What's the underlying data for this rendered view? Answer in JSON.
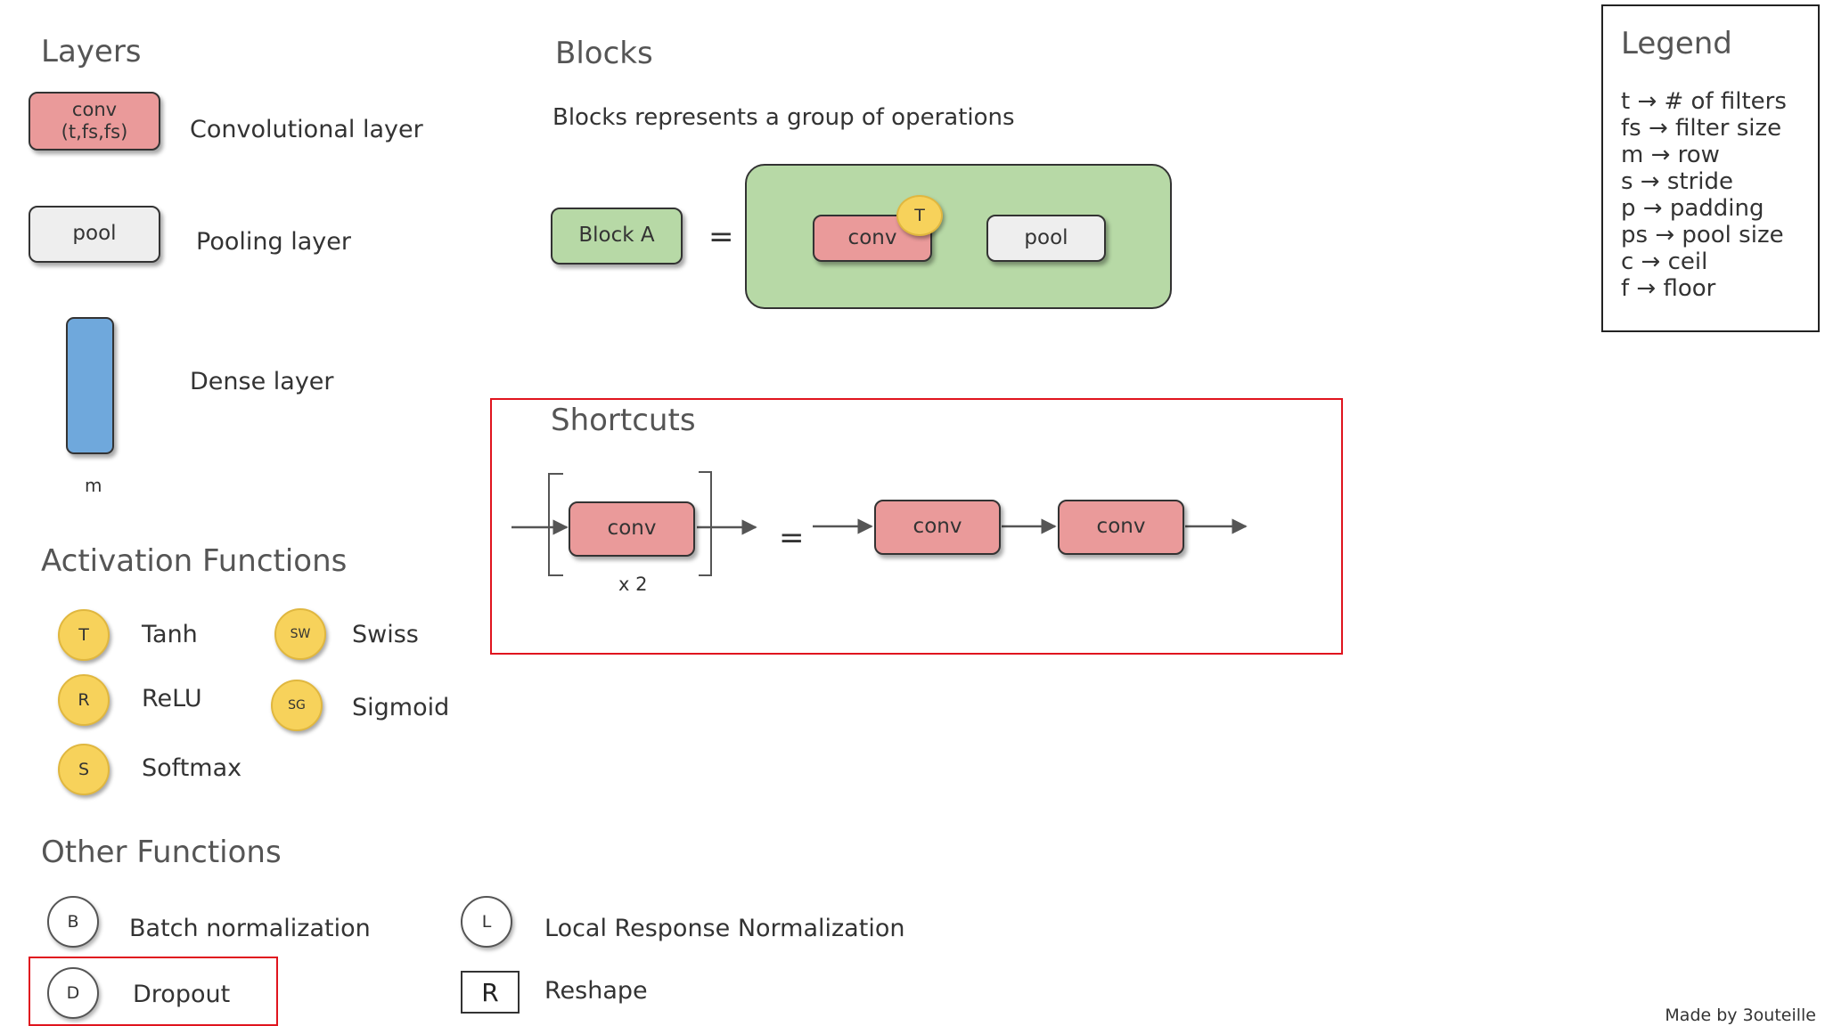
{
  "layers": {
    "heading": "Layers",
    "conv_box": {
      "line1": "conv",
      "line2": "(t,fs,fs)"
    },
    "conv_label": "Convolutional layer",
    "pool_box": "pool",
    "pool_label": "Pooling layer",
    "dense_label": "Dense layer",
    "dense_caption": "m"
  },
  "blocks": {
    "heading": "Blocks",
    "description": "Blocks represents a group of operations",
    "block_label": "Block A",
    "equals": "=",
    "conv": "conv",
    "activation": "T",
    "pool": "pool"
  },
  "shortcuts": {
    "heading": "Shortcuts",
    "conv": "conv",
    "repeat": "x 2",
    "equals": "=",
    "conv_a": "conv",
    "conv_b": "conv"
  },
  "activation_functions": {
    "heading": "Activation Functions",
    "items": [
      {
        "symbol": "T",
        "label": "Tanh"
      },
      {
        "symbol": "R",
        "label": "ReLU"
      },
      {
        "symbol": "S",
        "label": "Softmax"
      },
      {
        "symbol": "SW",
        "label": "Swiss"
      },
      {
        "symbol": "SG",
        "label": "Sigmoid"
      }
    ]
  },
  "other_functions": {
    "heading": "Other Functions",
    "items": [
      {
        "symbol": "B",
        "label": "Batch normalization"
      },
      {
        "symbol": "D",
        "label": "Dropout"
      },
      {
        "symbol": "L",
        "label": "Local Response Normalization"
      },
      {
        "symbol": "R",
        "label": "Reshape"
      }
    ]
  },
  "legend": {
    "heading": "Legend",
    "lines": [
      "t → # of filters",
      "fs → filter size",
      "m → row",
      "s → stride",
      "p → padding",
      "ps → pool size",
      "c → ceil",
      "f → floor"
    ]
  },
  "credit": "Made by 3outeille",
  "colors": {
    "conv": "#ea9a9a",
    "pool": "#eeeeee",
    "dense": "#6fa8dc",
    "block": "#b7d9a6",
    "activation": "#f7d25b",
    "highlight": "#e0141e"
  }
}
